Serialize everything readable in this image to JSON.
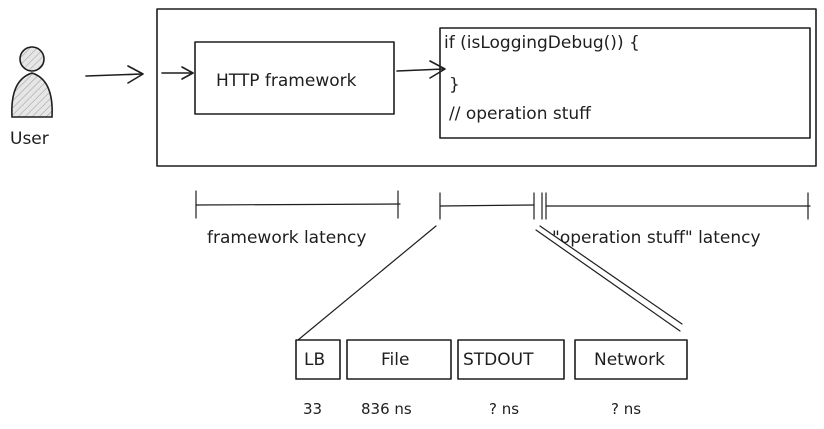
{
  "user": {
    "label": "User"
  },
  "framework_box": {
    "label": "HTTP framework"
  },
  "code_box": {
    "line1": "if (isLoggingDebug()) {",
    "line2": "}",
    "line3": "// operation stuff"
  },
  "latency": {
    "framework": "framework latency",
    "operation": "\"operation stuff\" latency"
  },
  "targets": [
    {
      "label": "LB",
      "value": "33"
    },
    {
      "label": "File",
      "value": "836 ns"
    },
    {
      "label": "STDOUT",
      "value": "? ns"
    },
    {
      "label": "Network",
      "value": "? ns"
    }
  ],
  "colors": {
    "ink": "#1e1e1e",
    "user_fill": "#cfcfcf"
  }
}
